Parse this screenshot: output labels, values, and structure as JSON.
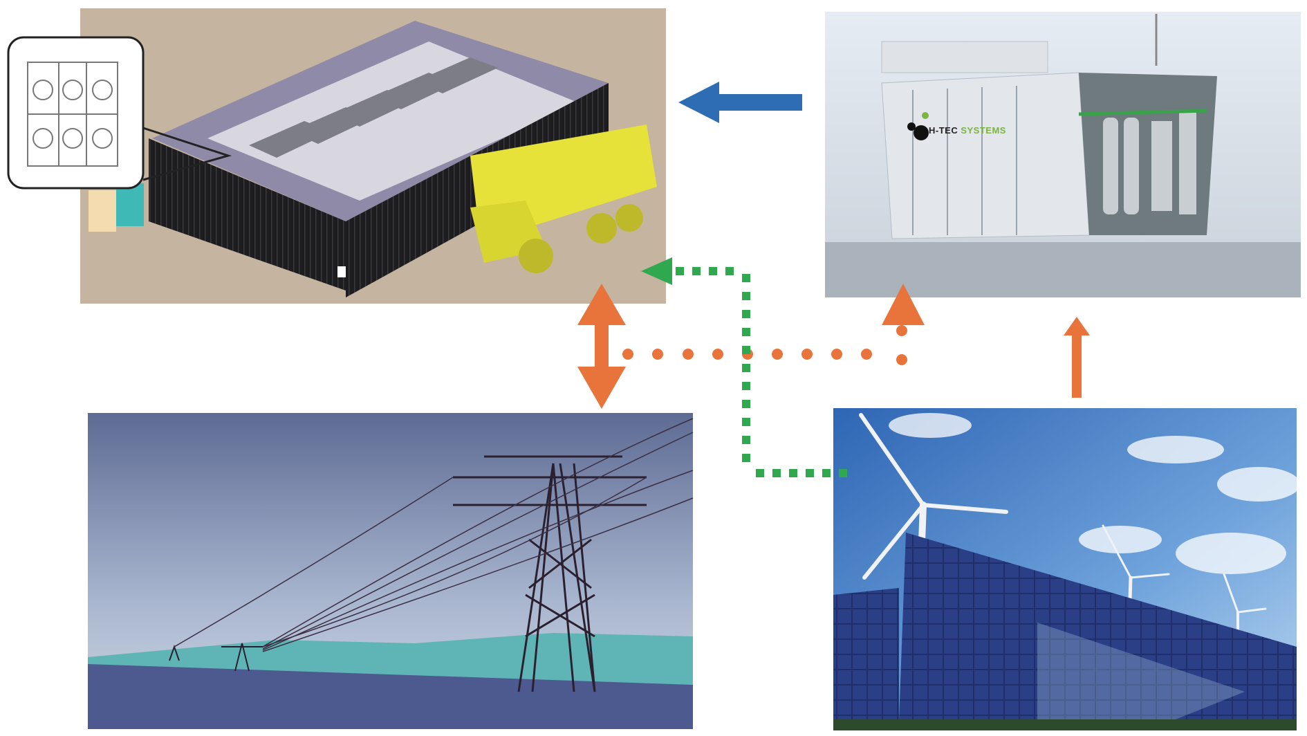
{
  "panels": {
    "mine_facility": {
      "label": "mine-truck-charging-facility"
    },
    "electrolyser": {
      "logo_text_primary": "H-TEC",
      "logo_text_secondary": "SYSTEMS"
    },
    "grid": {
      "label": "power-grid"
    },
    "renewables": {
      "label": "wind-and-solar"
    }
  },
  "colors": {
    "hydrogen_flow": "#2e6db4",
    "electricity_flow": "#e8743b",
    "green_flow": "#2fa84f"
  }
}
